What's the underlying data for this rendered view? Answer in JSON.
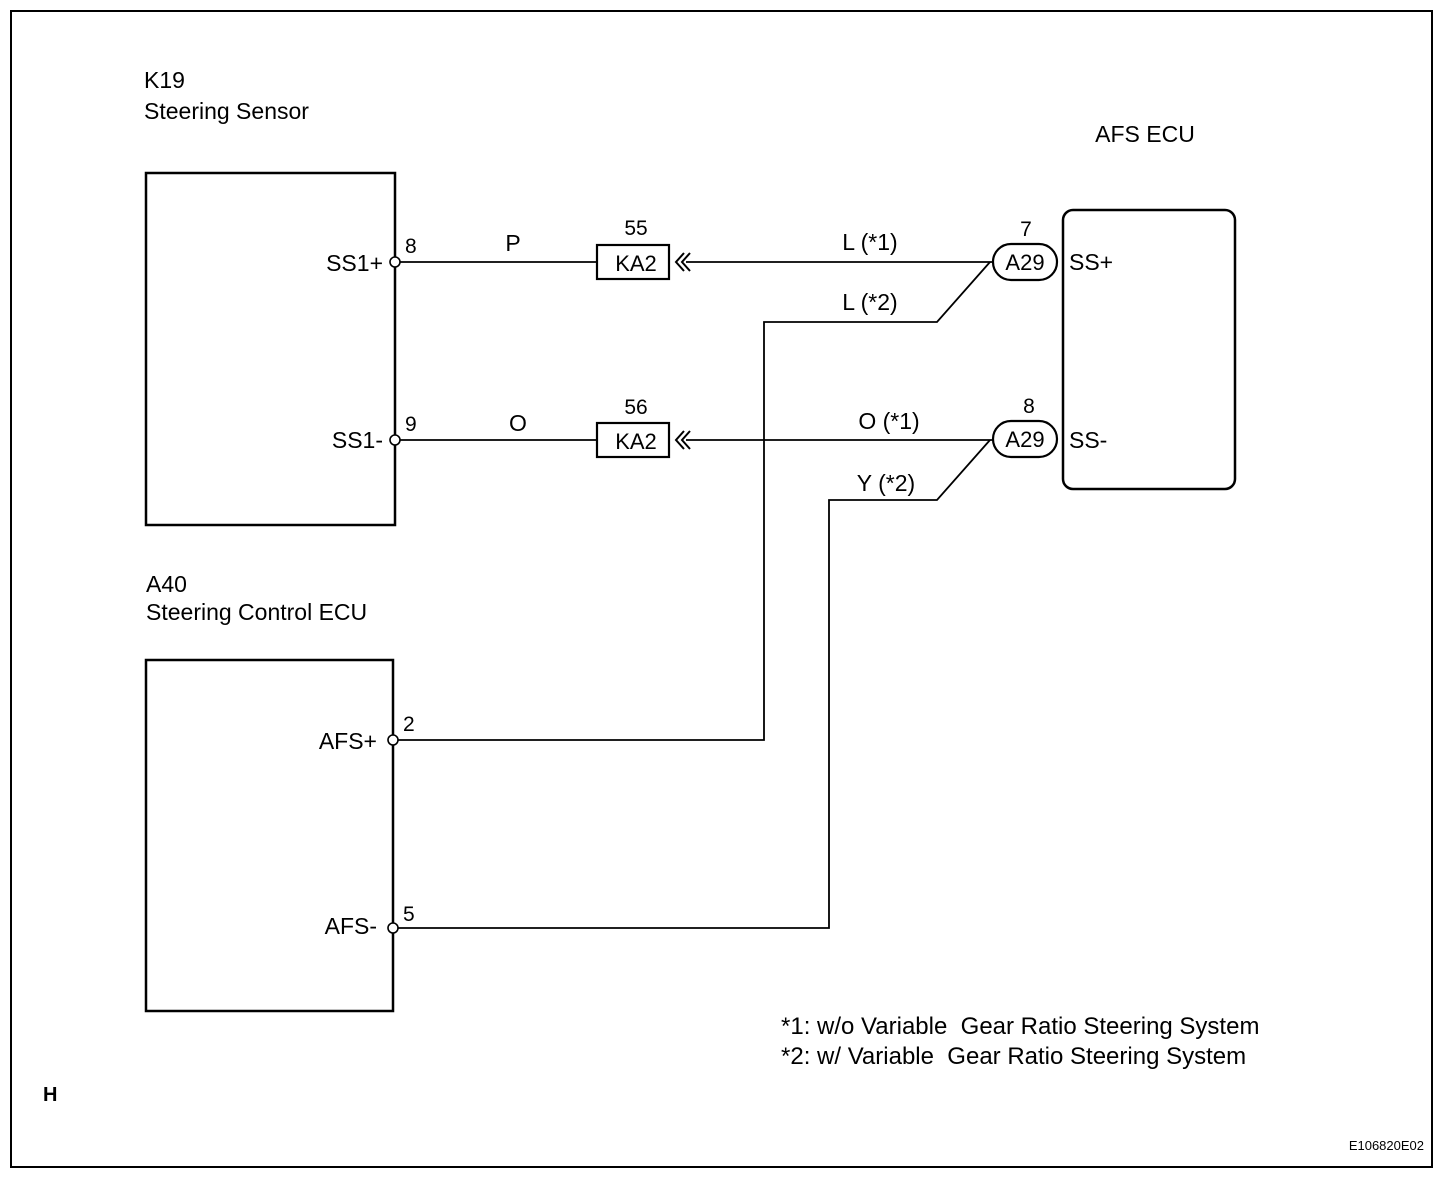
{
  "components": {
    "steering_sensor": {
      "code": "K19",
      "name": "Steering Sensor",
      "pins": [
        {
          "number": "8",
          "signal": "SS1+"
        },
        {
          "number": "9",
          "signal": "SS1-"
        }
      ]
    },
    "steering_control_ecu": {
      "code": "A40",
      "name": "Steering Control ECU",
      "pins": [
        {
          "number": "2",
          "signal": "AFS+"
        },
        {
          "number": "5",
          "signal": "AFS-"
        }
      ]
    },
    "afs_ecu": {
      "name": "AFS ECU",
      "pins": [
        {
          "number": "7",
          "connector": "A29",
          "signal": "SS+"
        },
        {
          "number": "8",
          "connector": "A29",
          "signal": "SS-"
        }
      ]
    }
  },
  "junctions": [
    {
      "pin": "55",
      "connector": "KA2"
    },
    {
      "pin": "56",
      "connector": "KA2"
    }
  ],
  "wires": [
    {
      "color": "P"
    },
    {
      "color": "L (*1)"
    },
    {
      "color": "L (*2)"
    },
    {
      "color": "O"
    },
    {
      "color": "O (*1)"
    },
    {
      "color": "Y (*2)"
    }
  ],
  "notes": [
    "*1: w/o Variable  Gear Ratio Steering System",
    "*2: w/ Variable  Gear Ratio Steering System"
  ],
  "sheet_label": "H",
  "figure_id": "E106820E02"
}
